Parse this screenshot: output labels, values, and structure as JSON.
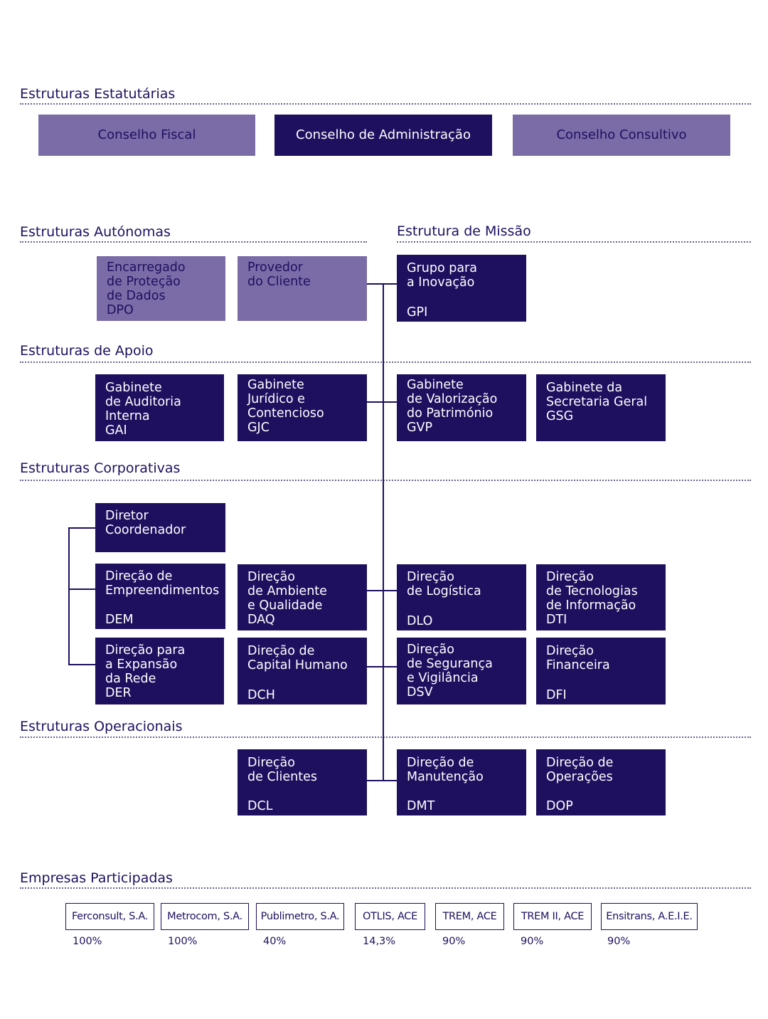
{
  "sections": {
    "estatutarias": "Estruturas Estatutárias",
    "autonomas": "Estruturas Autónomas",
    "missao": "Estrutura de Missão",
    "apoio": "Estruturas de Apoio",
    "corporativas": "Estruturas Corporativas",
    "operacionais": "Estruturas Operacionais",
    "participadas": "Empresas Participadas"
  },
  "estatutarias": {
    "fiscal": "Conselho Fiscal",
    "administracao": "Conselho de Administração",
    "consultivo": "Conselho Consultivo"
  },
  "boxes": {
    "dpo": {
      "label": "Encarregado\nde Proteção\nde Dados\nDPO"
    },
    "provedor": {
      "label": "Provedor\ndo Cliente"
    },
    "gpi": {
      "label": "Grupo para\na Inovação",
      "code": "GPI"
    },
    "gai": {
      "label": "Gabinete\nde Auditoria\nInterna\nGAI"
    },
    "gjc": {
      "label": "Gabinete\nJurídico e\nContencioso\nGJC"
    },
    "gvp": {
      "label": "Gabinete\nde Valorização\ndo Património\nGVP"
    },
    "gsg": {
      "label": "Gabinete da\nSecretaria Geral\nGSG"
    },
    "diretor": {
      "label": "Diretor\nCoordenador"
    },
    "dem": {
      "label": "Direção de\nEmpreendimentos",
      "code": "DEM"
    },
    "daq": {
      "label": "Direção\nde Ambiente\ne Qualidade\nDAQ"
    },
    "dlo": {
      "label": "Direção\nde Logística",
      "code": "DLO"
    },
    "dti": {
      "label": "Direção\nde Tecnologias\nde Informação\nDTI"
    },
    "der": {
      "label": "Direção para\na Expansão\nda Rede\nDER"
    },
    "dch": {
      "label": "Direção de\nCapital Humano",
      "code": "DCH"
    },
    "dsv": {
      "label": "Direção\nde Segurança\ne Vigilância\nDSV"
    },
    "dfi": {
      "label": "Direção\nFinanceira",
      "code": "DFI"
    },
    "dcl": {
      "label": "Direção\nde Clientes",
      "code": "DCL"
    },
    "dmt": {
      "label": "Direção de\nManutenção",
      "code": "DMT"
    },
    "dop": {
      "label": "Direção de\nOperações",
      "code": "DOP"
    }
  },
  "companies": [
    {
      "name": "Ferconsult, S.A.",
      "share": "100%"
    },
    {
      "name": "Metrocom, S.A.",
      "share": "100%"
    },
    {
      "name": "Publimetro, S.A.",
      "share": "40%"
    },
    {
      "name": "OTLIS, ACE",
      "share": "14,3%"
    },
    {
      "name": "TREM, ACE",
      "share": "90%"
    },
    {
      "name": "TREM II, ACE",
      "share": "90%"
    },
    {
      "name": "Ensitrans, A.E.I.E.",
      "share": "90%"
    }
  ]
}
